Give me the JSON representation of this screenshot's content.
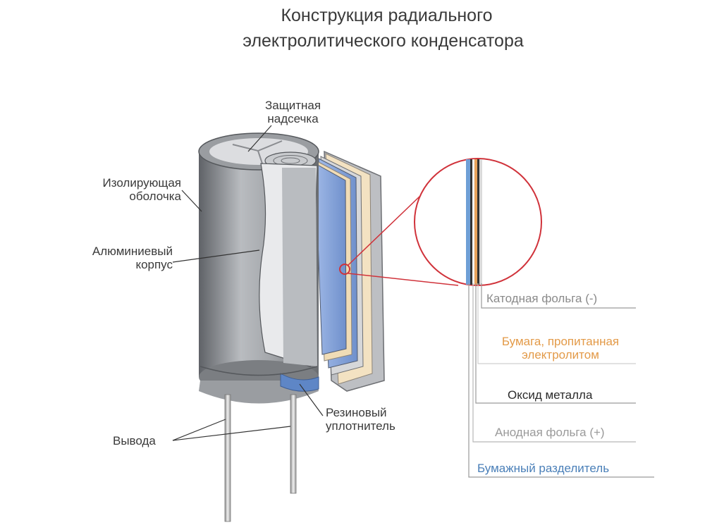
{
  "title": {
    "line1": "Конструкция радиального",
    "line2": "электролитического конденсатора"
  },
  "labels": {
    "vent": [
      "Защитная",
      "надсечка"
    ],
    "sleeve": [
      "Изолирующая",
      "оболочка"
    ],
    "can": [
      "Алюминиевый",
      "корпус"
    ],
    "seal": [
      "Резиновый",
      "уплотнитель"
    ],
    "leads": "Вывода"
  },
  "layers": [
    {
      "label": "Катодная фольга (-)",
      "color": "#8a8a8a"
    },
    {
      "label": "Бумага, пропитанная",
      "label2": "электролитом",
      "color": "#e39a48"
    },
    {
      "label": "Оксид металла",
      "color": "#2b2b2b"
    },
    {
      "label": "Анодная фольга (+)",
      "color": "#9a9a9a"
    },
    {
      "label": "Бумажный разделитель",
      "color": "#4a7fb8"
    }
  ],
  "colors": {
    "magnifier": "#d0323a",
    "foil_blue": "#7e9fd6",
    "paper": "#efd9b0",
    "body_gray": "#8f9297"
  }
}
